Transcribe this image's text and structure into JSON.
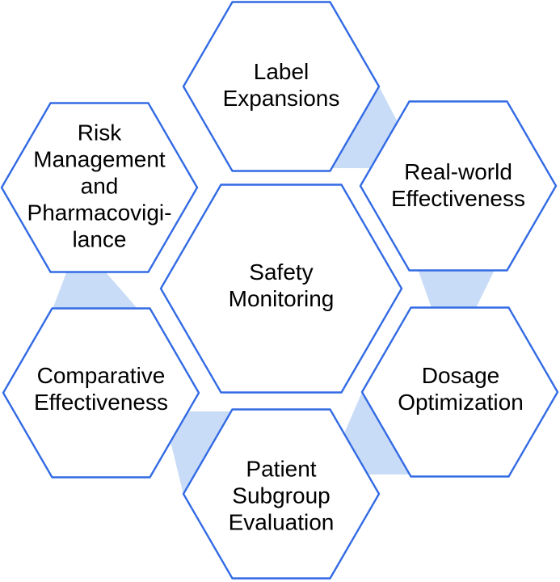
{
  "figure": {
    "center": {
      "label": "Safety\nMonitoring"
    },
    "nodes": [
      {
        "id": "top",
        "label": "Label\nExpansions"
      },
      {
        "id": "top-right",
        "label": "Real-world\nEffectiveness"
      },
      {
        "id": "bottom-right",
        "label": "Dosage\nOptimization"
      },
      {
        "id": "bottom",
        "label": "Patient\nSubgroup\nEvaluation"
      },
      {
        "id": "bottom-left",
        "label": "Comparative\nEffectiveness"
      },
      {
        "id": "top-left",
        "label": "Risk\nManagement\nand\nPharmacovigi-\nlance"
      }
    ]
  },
  "colors": {
    "hexagon_stroke": "#336be4",
    "hexagon_fill": "#ffffff",
    "connector_fill": "#c9dcf7",
    "text_color": "#000000",
    "background": "#ffffff"
  }
}
